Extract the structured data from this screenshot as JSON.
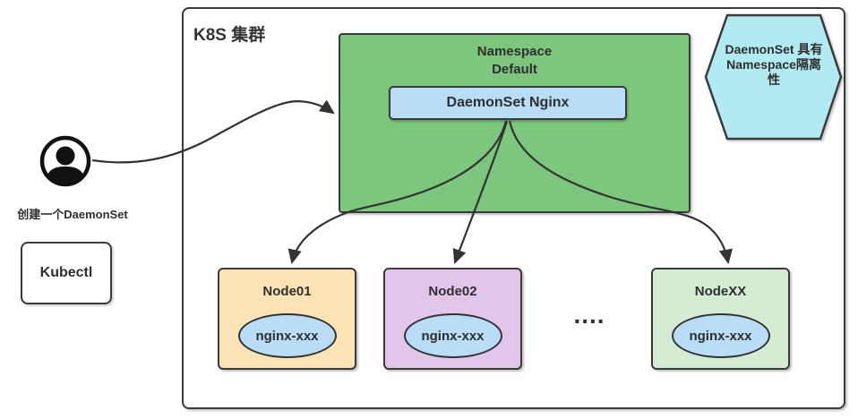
{
  "cluster_title": "K8S 集群",
  "namespace": {
    "title_line1": "Namespace",
    "title_line2": "Default",
    "daemonset_label": "DaemonSet Nginx"
  },
  "note": {
    "line1": "DaemonSet 具有",
    "line2": "Namespace隔离",
    "line3": "性"
  },
  "actor": {
    "caption": "创建一个DaemonSet",
    "tool_label": "Kubectl"
  },
  "nodes": [
    {
      "name": "Node01",
      "pod": "nginx-xxx"
    },
    {
      "name": "Node02",
      "pod": "nginx-xxx"
    },
    {
      "name": "NodeXX",
      "pod": "nginx-xxx"
    }
  ],
  "ellipsis": "....",
  "icons": {
    "actor": "user-avatar-icon"
  },
  "colors": {
    "namespace_fill": "#7cc67e",
    "daemonset_fill": "#b9dcf7",
    "hexagon_fill": "#b1eaf2",
    "node01_fill": "#fce3b5",
    "node02_fill": "#e2c5ea",
    "nodexx_fill": "#d5ecd4",
    "pod_fill": "#b9dcf7",
    "border": "#3a3a3a",
    "text": "#333333"
  }
}
